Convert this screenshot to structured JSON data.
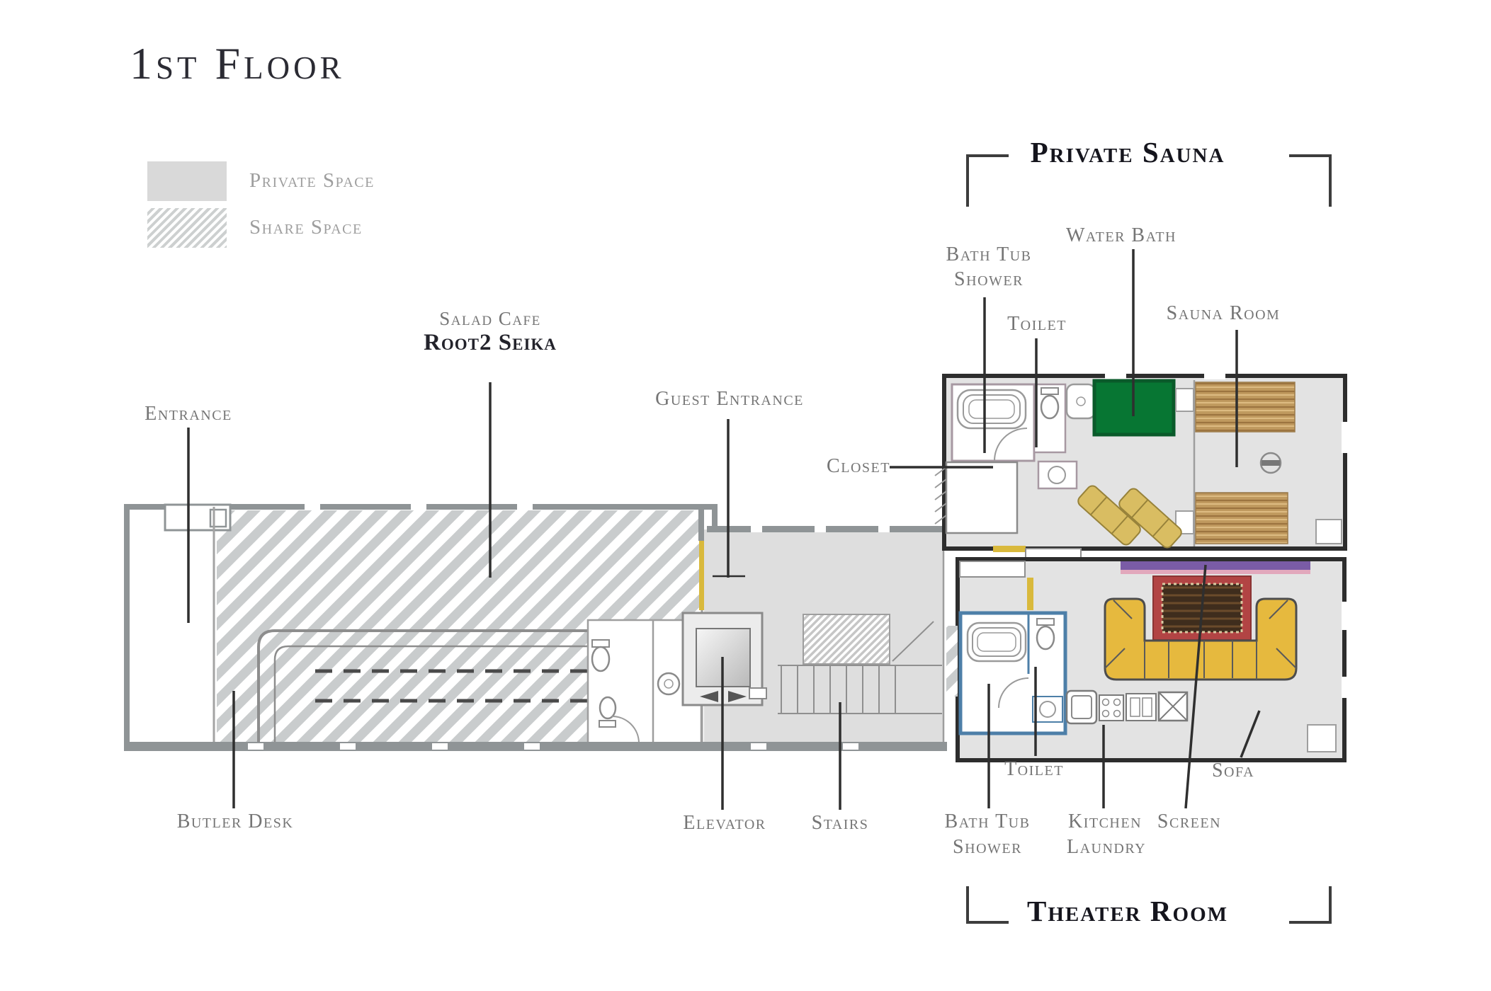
{
  "title": "1st Floor",
  "legend": {
    "private_label": "Private Space",
    "share_label": "Share Space"
  },
  "headers": {
    "sauna": "Private Sauna",
    "theater": "Theater Room"
  },
  "rooms": {
    "entrance": "Entrance",
    "salad_cafe": "Salad Cafe",
    "salad_cafe_name": "Root2 Seika",
    "guest_entrance": "Guest Entrance",
    "closet": "Closet",
    "bath_tub_shower_1_line1": "Bath Tub",
    "bath_tub_shower_1_line2": "Shower",
    "toilet_1": "Toilet",
    "water_bath": "Water Bath",
    "sauna_room": "Sauna Room",
    "butler_desk": "Butler Desk",
    "elevator": "Elevator",
    "stairs": "Stairs",
    "toilet_2": "Toilet",
    "bath_tub_shower_2_line1": "Bath Tub",
    "bath_tub_shower_2_line2": "Shower",
    "kitchen_laundry_line1": "Kitchen",
    "kitchen_laundry_line2": "Laundry",
    "screen": "Screen",
    "sofa": "Sofa"
  },
  "colors": {
    "private_space_gray": "#d9d9d9",
    "hatch_stripe": "#c9cccd",
    "wall_gray": "#8f9496",
    "suite_wall": "#2d2d2d",
    "water_bath_green": "#077633",
    "bench_brown": "#c09a5f",
    "sofa_yellow": "#e6b93e",
    "rug_red": "#b24444",
    "screen_purple": "#7a5ca6",
    "screen_pink": "#e2a8bc",
    "door_yellow": "#d9b93c",
    "bathroom_blue": "#4d7fa8",
    "chair_khaki": "#d9bd62"
  }
}
